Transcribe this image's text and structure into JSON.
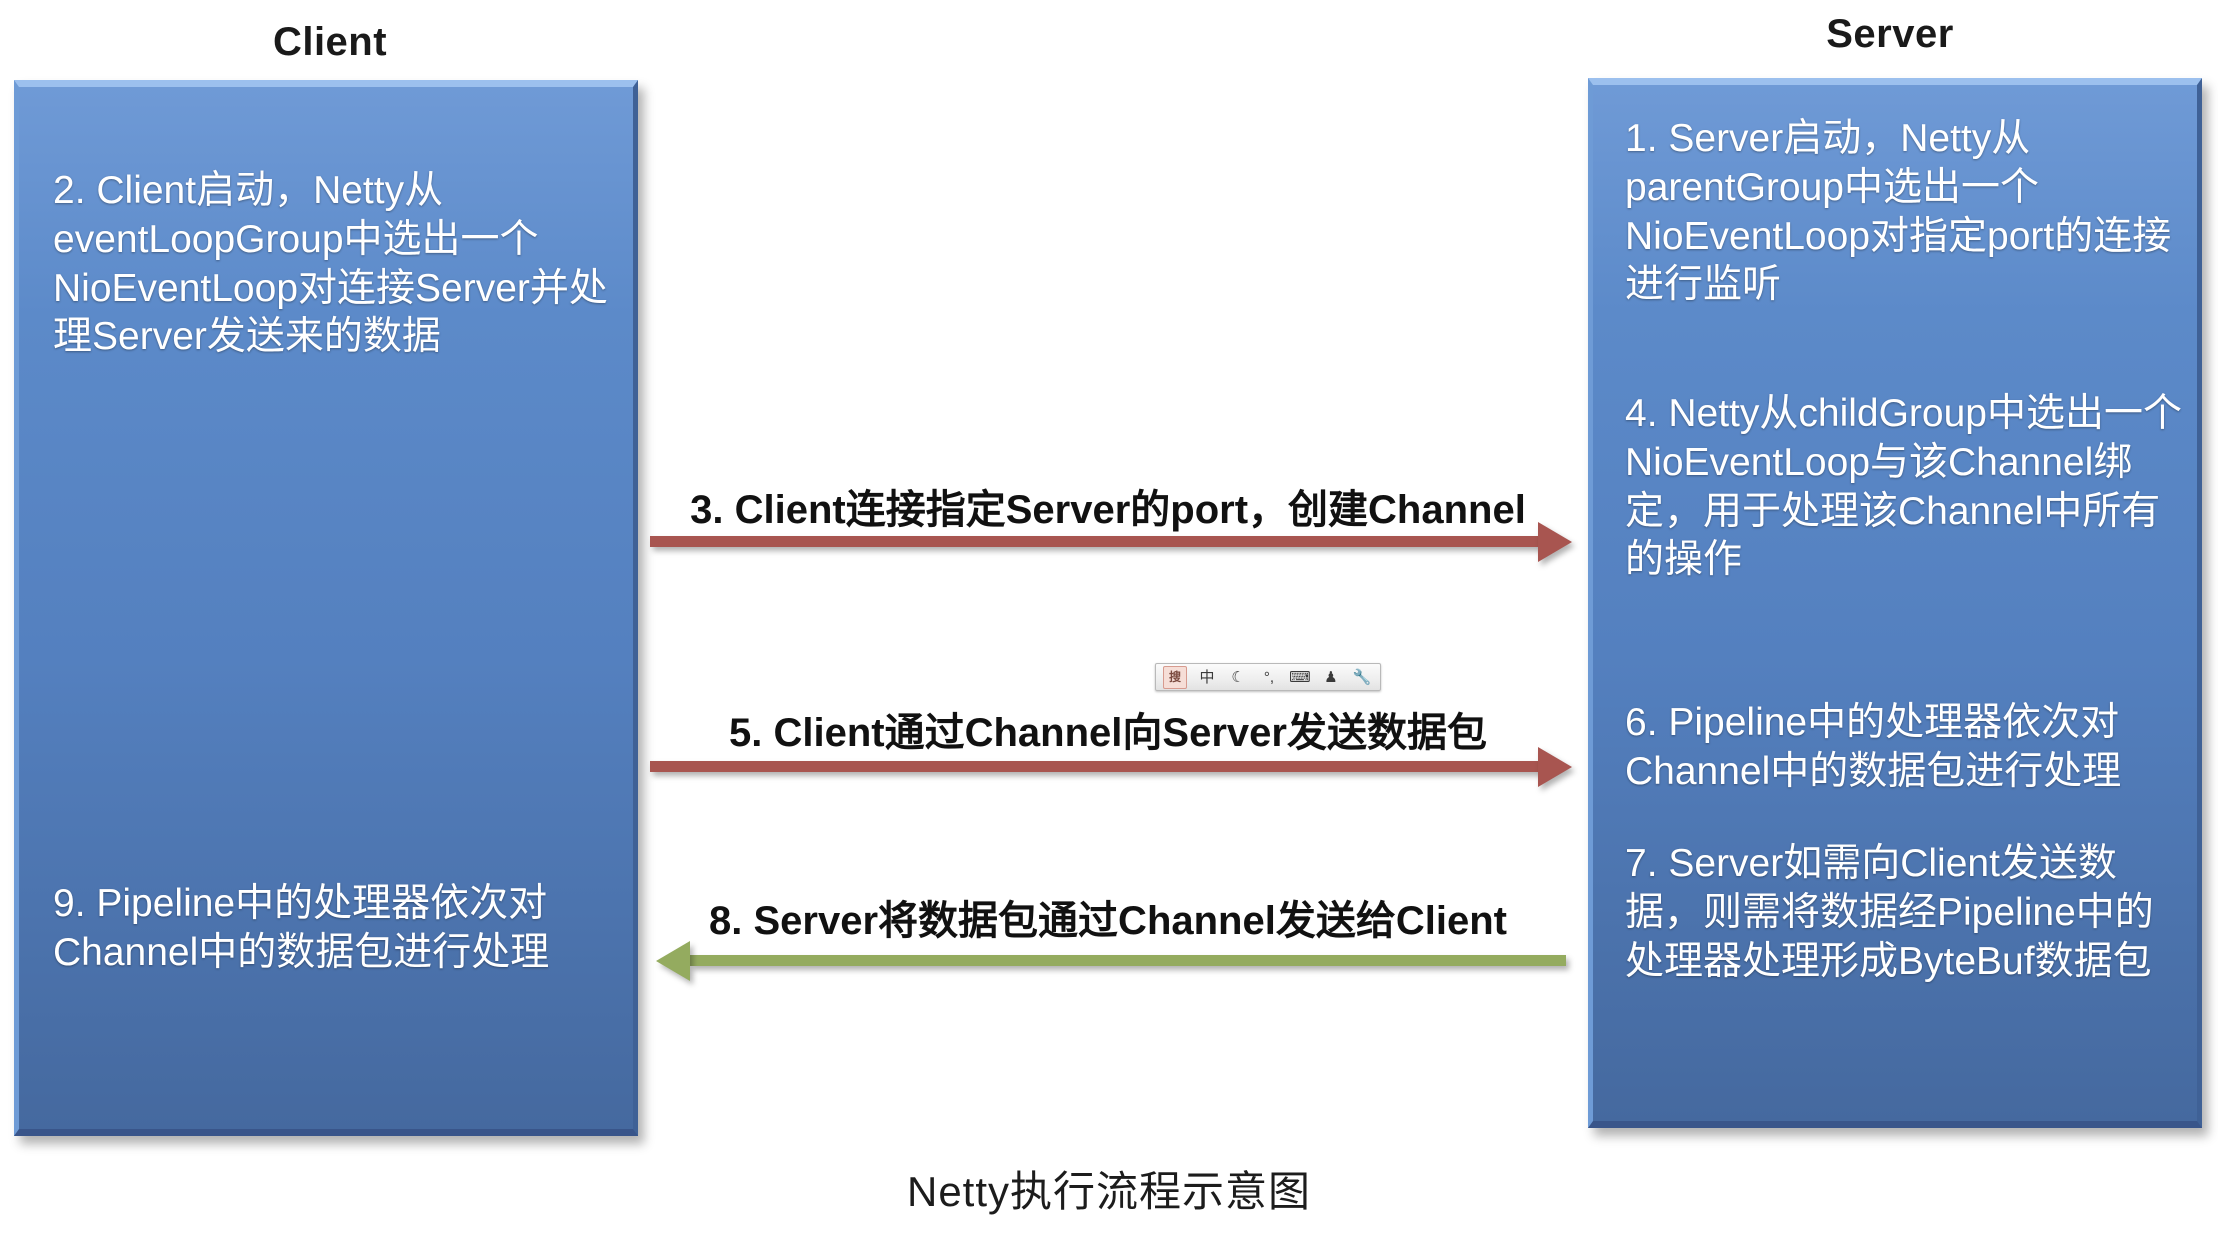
{
  "diagram": {
    "caption": "Netty执行流程示意图",
    "colors": {
      "box_fill": "#5480bf",
      "box_highlight": "#9cc0ee",
      "arrow_red": "#a85550",
      "arrow_green": "#94ab5f",
      "text_on_box": "#ffffff",
      "label_text": "#111111"
    },
    "client": {
      "title": "Client",
      "steps": [
        "2. Client启动，Netty从eventLoopGroup中选出一个NioEventLoop对连接Server并处理Server发送来的数据",
        "9. Pipeline中的处理器依次对Channel中的数据包进行处理"
      ]
    },
    "server": {
      "title": "Server",
      "steps": [
        "1. Server启动，Netty从parentGroup中选出一个NioEventLoop对指定port的连接进行监听",
        "4. Netty从childGroup中选出一个NioEventLoop与该Channel绑定，用于处理该Channel中所有的操作",
        "6. Pipeline中的处理器依次对Channel中的数据包进行处理",
        "7. Server如需向Client发送数据，则需将数据经Pipeline中的处理器处理形成ByteBuf数据包"
      ]
    },
    "arrows": [
      {
        "label": "3. Client连接指定Server的port，创建Channel",
        "direction": "client-to-server",
        "color": "#a85550"
      },
      {
        "label": "5. Client通过Channel向Server发送数据包",
        "direction": "client-to-server",
        "color": "#a85550"
      },
      {
        "label": "8. Server将数据包通过Channel发送给Client",
        "direction": "server-to-client",
        "color": "#94ab5f"
      }
    ]
  },
  "ime_toolbar": {
    "buttons": [
      {
        "name": "sogou-logo-icon",
        "glyph": "搜"
      },
      {
        "name": "chinese-mode-icon",
        "glyph": "中"
      },
      {
        "name": "crescent-moon-icon",
        "glyph": "☾"
      },
      {
        "name": "punctuation-mode-icon",
        "glyph": "°,"
      },
      {
        "name": "soft-keyboard-icon",
        "glyph": "⌨"
      },
      {
        "name": "user-profile-icon",
        "glyph": "♟"
      },
      {
        "name": "settings-wrench-icon",
        "glyph": "🔧"
      }
    ]
  }
}
